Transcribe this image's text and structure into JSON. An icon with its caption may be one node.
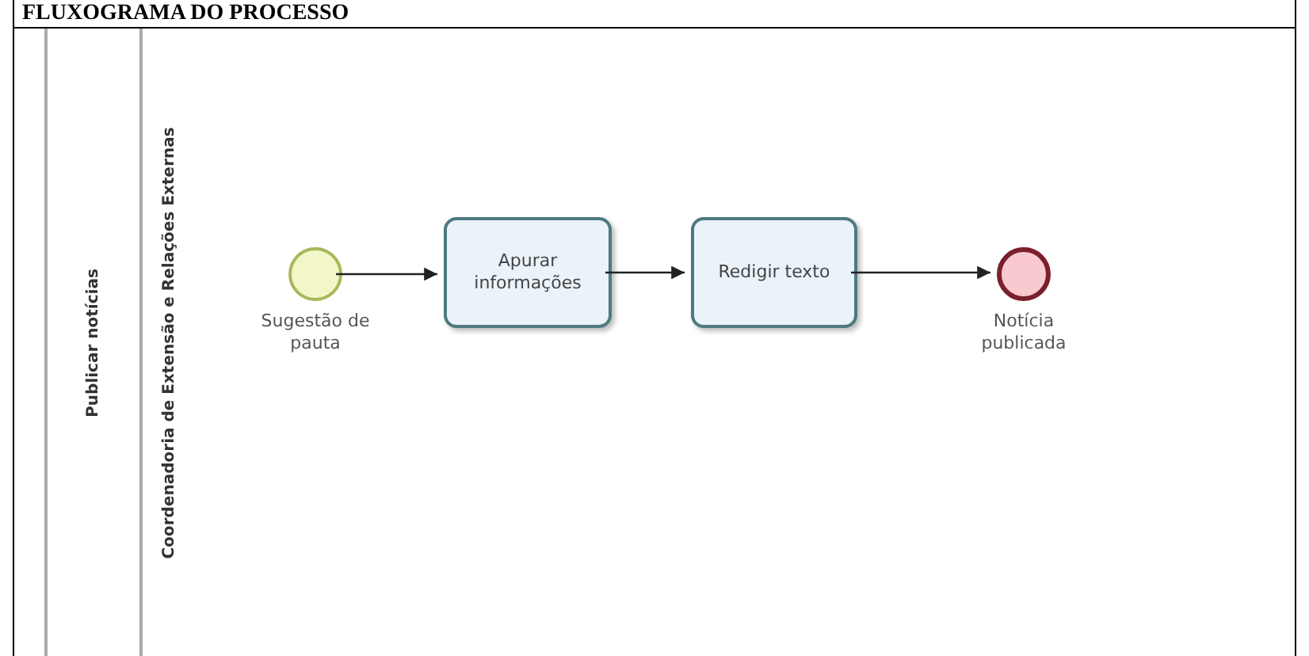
{
  "diagram": {
    "title": "FLUXOGRAMA DO PROCESSO",
    "nodes": [
      {
        "text": [
          "Publicar notícias"
        ]
      },
      {
        "text": [
          "Coordenadoria de Extensão e Relações Externas"
        ],
        "in": 0
      },
      {
        "text": [],
        "shape": "circle",
        "in": 1,
        "beside": [
          "Sugestão de pauta"
        ]
      },
      {
        "text": [
          "Apurar informações"
        ],
        "in": 1
      },
      {
        "text": [
          "Redigir texto"
        ],
        "in": 1
      },
      {
        "text": [],
        "shape": "circle",
        "in": 1,
        "beside": [
          "Notícia publicada"
        ]
      }
    ],
    "edges": [
      {
        "from": 2,
        "to": 3,
        "arrow": "to"
      },
      {
        "from": 3,
        "to": 4,
        "arrow": "to"
      },
      {
        "from": 4,
        "to": 5,
        "arrow": "to"
      }
    ]
  }
}
